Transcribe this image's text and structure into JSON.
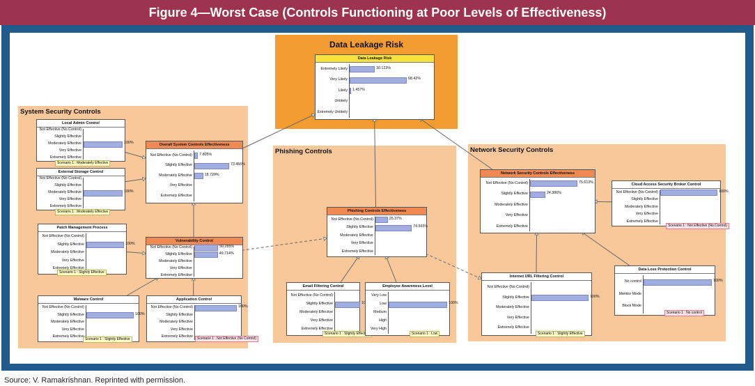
{
  "header": {
    "title": "Figure 4—Worst Case (Controls Functioning at Poor Levels of Effectiveness)"
  },
  "source": "Source:  V. Ramakrishnan. Reprinted with permission.",
  "colors": {
    "header_bg": "#9e3350",
    "frame_bg": "#215b8c",
    "region_bg": "#f9c89a",
    "top_region_bg": "#f39c32",
    "bar": "#a3aee0",
    "node_title_highlight": "#ef8a55",
    "root_title": "#f6e23a"
  },
  "regions": {
    "data_leakage": "Data Leakage Risk",
    "system_security": "System Security Controls",
    "phishing": "Phishing Controls",
    "network_security": "Network Security Controls"
  },
  "nodes": [
    {
      "id": "data_leakage_risk",
      "title": "Data Leakage Risk",
      "states": [
        "Extremely Likely",
        "Very Likely",
        "Likely",
        "Unlikely",
        "Extremely Unlikely"
      ],
      "values": [
        "30.123%",
        "68.42%",
        "1.457%",
        "",
        ""
      ],
      "fractions": [
        0.30123,
        0.6842,
        0.01457,
        0,
        0
      ]
    },
    {
      "id": "local_admin_control",
      "title": "Local Admin Control",
      "states": [
        "Not Effective (No Control)",
        "Slightly Effective",
        "Moderately Effective",
        "Very Effective",
        "Extremely Effective"
      ],
      "values": [
        "",
        "",
        "100%",
        "",
        ""
      ],
      "fractions": [
        0,
        0,
        1,
        0,
        0
      ],
      "scenario": "Scenario 1 : Moderately Effective"
    },
    {
      "id": "external_storage_control",
      "title": "External Storage Control",
      "states": [
        "Not Effective (No Control)",
        "Slightly Effective",
        "Moderately Effective",
        "Very Effective",
        "Extremely Effective"
      ],
      "values": [
        "",
        "",
        "100%",
        "",
        ""
      ],
      "fractions": [
        0,
        0,
        1,
        0,
        0
      ],
      "scenario": "Scenario 1 : Moderately Effective"
    },
    {
      "id": "patch_management_process",
      "title": "Patch Management Process",
      "states": [
        "Not Effective (No Control)",
        "Slightly Effective",
        "Moderately Effective",
        "Very Effective",
        "Extremely Effective"
      ],
      "values": [
        "",
        "100%",
        "",
        "",
        ""
      ],
      "fractions": [
        0,
        1,
        0,
        0,
        0
      ],
      "scenario": "Scenario 1 : Slightly Effective"
    },
    {
      "id": "malware_control",
      "title": "Malware Control",
      "states": [
        "Not Effective (No Control)",
        "Slightly Effective",
        "Moderately Effective",
        "Very Effective",
        "Extremely Effective"
      ],
      "values": [
        "",
        "100%",
        "",
        "",
        ""
      ],
      "fractions": [
        0,
        1,
        0,
        0,
        0
      ],
      "scenario": "Scenario 1 : Slightly Effective"
    },
    {
      "id": "application_control",
      "title": "Application Control",
      "states": [
        "Not Effective (No Control)",
        "Slightly Effective",
        "Moderately Effective",
        "Very Effective",
        "Extremely Effective"
      ],
      "values": [
        "100%",
        "",
        "",
        "",
        ""
      ],
      "fractions": [
        1,
        0,
        0,
        0,
        0
      ],
      "scenario": "Scenario 1 : Not Effective (No Control)"
    },
    {
      "id": "overall_system_controls",
      "title": "Overall  System Controls Effectiveness",
      "states": [
        "Not Effective (No Control)",
        "Slightly Effective",
        "Moderately Effective",
        "Very Effective",
        "Extremely Effective"
      ],
      "values": [
        "7.805%",
        "73.466%",
        "18.729%",
        "",
        ""
      ],
      "fractions": [
        0.07805,
        0.73466,
        0.18729,
        0,
        0
      ]
    },
    {
      "id": "vulnerability_control",
      "title": "Vulnerability Control",
      "states": [
        "Not Effective (No Control)",
        "Slightly Effective",
        "Moderately Effective",
        "Very Effective",
        "Extremely Effective"
      ],
      "values": [
        "50.285%",
        "49.714%",
        "",
        "",
        ""
      ],
      "fractions": [
        0.50285,
        0.49714,
        0,
        0,
        0
      ]
    },
    {
      "id": "phishing_controls_effectiveness",
      "title": "Phishing Controls Effectiveness",
      "states": [
        "Not Effective (No Control)",
        "Slightly Effective",
        "Moderately Effective",
        "Very Effective",
        "Extremely Effective"
      ],
      "values": [
        "25.37%",
        "74.565%",
        "",
        "",
        ""
      ],
      "fractions": [
        0.2537,
        0.74565,
        0,
        0,
        0
      ]
    },
    {
      "id": "email_filtering_control",
      "title": "Email Filtering Control",
      "states": [
        "Not Effective (No Control)",
        "Slightly Effective",
        "Moderately Effective",
        "Very Effective",
        "Extremely Effective"
      ],
      "values": [
        "",
        "100%",
        "",
        "",
        ""
      ],
      "fractions": [
        0,
        1,
        0,
        0,
        0
      ],
      "scenario": "Scenario 1 : Slightly Effective"
    },
    {
      "id": "employee_awareness_level",
      "title": "Employee Awareness Level",
      "states": [
        "Very Low",
        "Low",
        "Medium",
        "High",
        "Very High"
      ],
      "values": [
        "",
        "100%",
        "",
        "",
        ""
      ],
      "fractions": [
        0,
        1,
        0,
        0,
        0
      ],
      "scenario": "Scenario 1 : Low"
    },
    {
      "id": "network_security_controls_effectiveness",
      "title": "Network Security Controls Effectiveness",
      "states": [
        "Not Effective (No Control)",
        "Slightly Effective",
        "Moderately Effective",
        "Very Effective",
        "Extremely Effective"
      ],
      "values": [
        "75.613%",
        "24.386%",
        "",
        "",
        ""
      ],
      "fractions": [
        0.75613,
        0.24386,
        0,
        0,
        0
      ]
    },
    {
      "id": "cloud_access_security_broker_control",
      "title": "Cloud Access Security Broker Control",
      "states": [
        "Not Effective (No Control)",
        "Slightly Effective",
        "Moderately Effective",
        "Very Effective",
        "Extremely Effective"
      ],
      "values": [
        "100%",
        "",
        "",
        "",
        ""
      ],
      "fractions": [
        1,
        0,
        0,
        0,
        0
      ],
      "scenario": "Scenario 1 : Not Effective (No Control)"
    },
    {
      "id": "internet_url_filtering_control",
      "title": "Internet URL Filtering Control",
      "states": [
        "Not Effective (No Control)",
        "Slightly Effective",
        "Moderately Effective",
        "Very Effective",
        "Extremely Effective"
      ],
      "values": [
        "",
        "100%",
        "",
        "",
        ""
      ],
      "fractions": [
        0,
        1,
        0,
        0,
        0
      ],
      "scenario": "Scenario 1 : Slightly Effective"
    },
    {
      "id": "data_loss_protection_control",
      "title": "Data Loss Protection Control",
      "states": [
        "No control",
        "Monitor Mode",
        "Block Mode"
      ],
      "values": [
        "100%",
        "",
        ""
      ],
      "fractions": [
        1,
        0,
        0
      ],
      "scenario": "Scenario 1 : No control"
    }
  ]
}
